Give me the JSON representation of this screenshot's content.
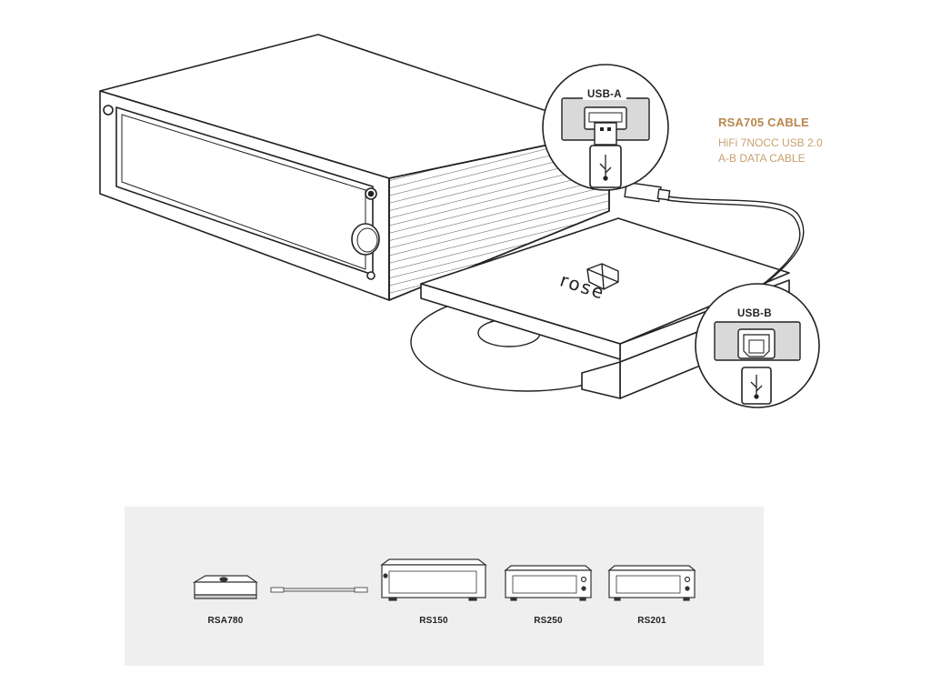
{
  "cable": {
    "title": "RSA705 CABLE",
    "desc_line1": "HiFi 7NOCC USB 2.0",
    "desc_line2": "A-B DATA CABLE",
    "title_color": "#b8874e",
    "desc_color": "#c9a06f"
  },
  "callouts": {
    "usb_a": "USB-A",
    "usb_b": "USB-B",
    "usb_icon": "usb-trident-icon"
  },
  "drive_brand": "rose",
  "products": [
    {
      "label": "RSA780"
    },
    {
      "label": "RS150"
    },
    {
      "label": "RS250"
    },
    {
      "label": "RS201"
    }
  ]
}
